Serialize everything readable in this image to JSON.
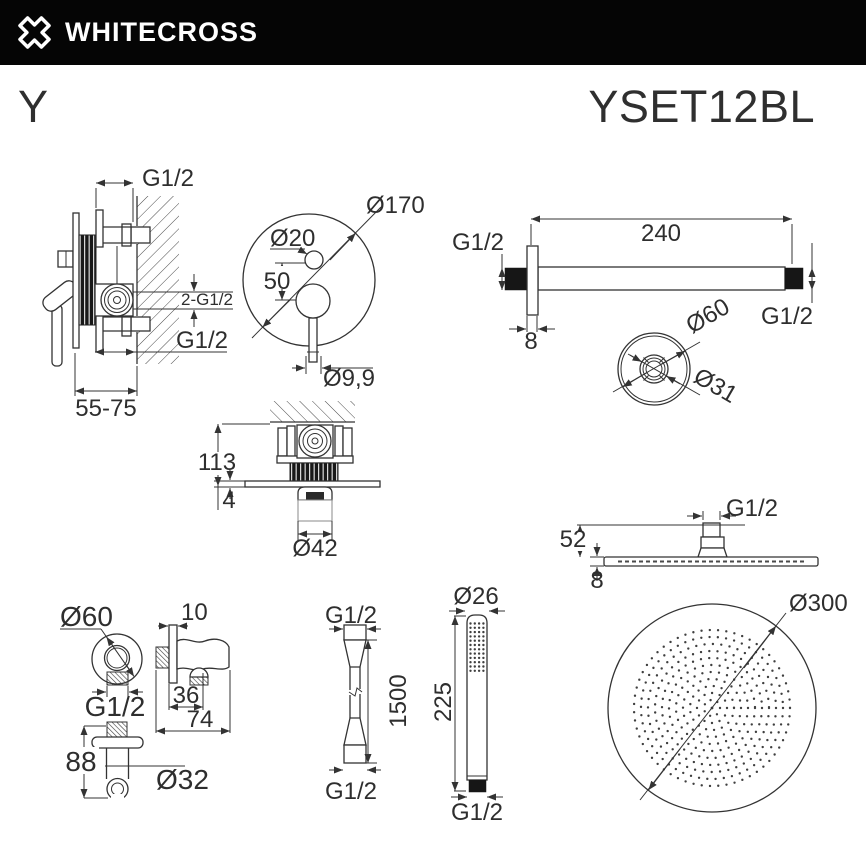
{
  "header": {
    "brand": "WHITECROSS",
    "logo_icon": "x-cross-icon"
  },
  "title": {
    "series": "Y",
    "model": "YSET12BL"
  },
  "colors": {
    "ink": "#333333",
    "header_bg": "#050505",
    "fill_black": "#161616"
  },
  "drawings": {
    "mixer_valve_side": {
      "thread_top": "G1/2",
      "thread_mid": "2-G1/2",
      "thread_bottom": "G1/2",
      "mount_depth": "55-75"
    },
    "mixer_plate_front": {
      "plate_diameter": "Ø170",
      "button_diameter": "Ø20",
      "center_distance": "50",
      "lever_diameter": "Ø9,9"
    },
    "shower_arm": {
      "thread_wall": "G1/2",
      "length": "240",
      "flange_thickness": "8",
      "thread_outlet": "G1/2"
    },
    "arm_flange": {
      "outer_diameter": "Ø60",
      "inner_diameter": "Ø31"
    },
    "mixer_top": {
      "depth": "113",
      "plate_thickness": "4",
      "handle_diameter": "Ø42"
    },
    "head_side": {
      "thread": "G1/2",
      "connector_height": "52",
      "disc_thickness": "8"
    },
    "head_top": {
      "diameter": "Ø300"
    },
    "wall_outlet": {
      "flange_diameter": "Ø60",
      "plate_thickness": "10",
      "holder_depth": "36",
      "total_depth": "74",
      "thread": "G1/2",
      "height": "88",
      "cover_diameter": "Ø32"
    },
    "hose": {
      "thread_top": "G1/2",
      "length": "1500",
      "thread_bottom": "G1/2"
    },
    "hand_shower": {
      "diameter": "Ø26",
      "length": "225",
      "thread": "G1/2"
    }
  }
}
